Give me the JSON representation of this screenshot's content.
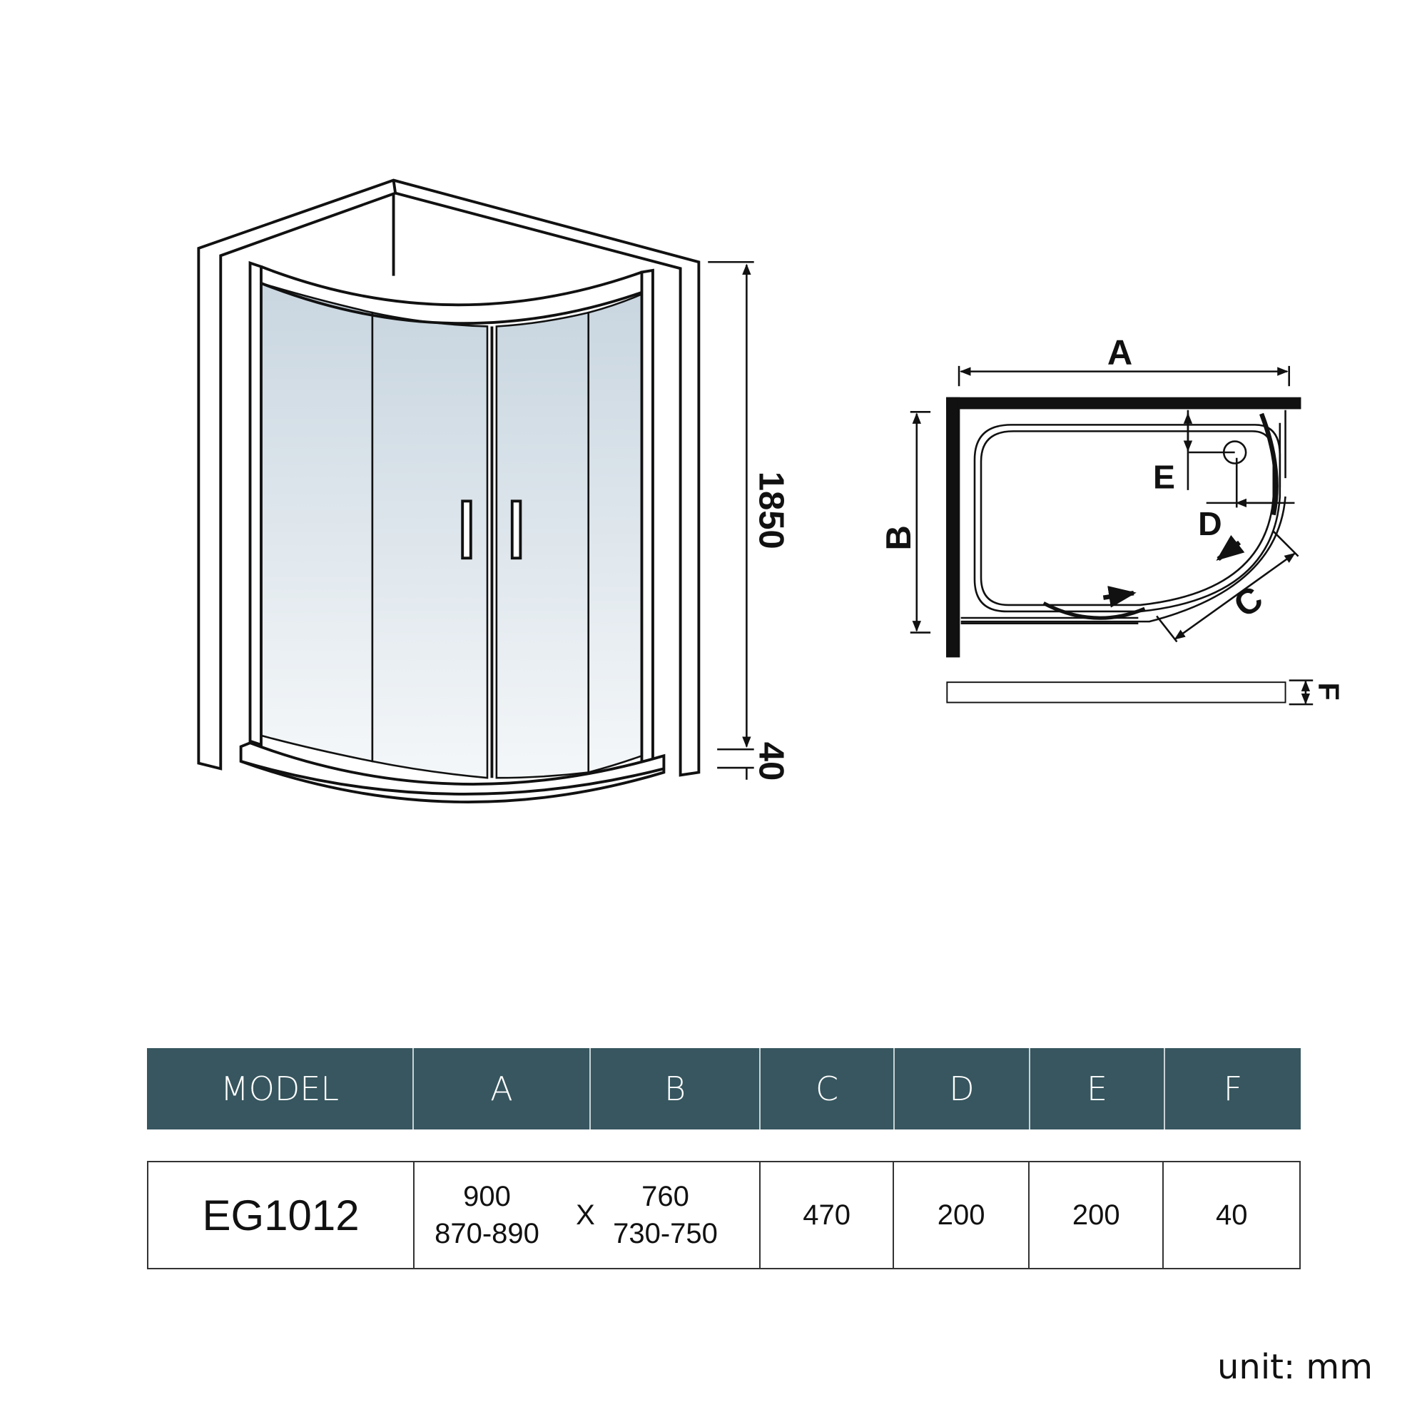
{
  "diagram": {
    "height_label": "1850",
    "tray_height_label": "40",
    "dim_labels": {
      "A": "A",
      "B": "B",
      "C": "C",
      "D": "D",
      "E": "E",
      "F": "F"
    }
  },
  "table": {
    "headers": [
      "MODEL",
      "A",
      "B",
      "C",
      "D",
      "E",
      "F"
    ],
    "row": {
      "model": "EG1012",
      "a_nominal": "900",
      "a_range": "870-890",
      "times": "X",
      "b_nominal": "760",
      "b_range": "730-750",
      "c": "470",
      "d": "200",
      "e": "200",
      "f": "40"
    },
    "header_color": "#37565f"
  },
  "unit_label": "unit: mm"
}
